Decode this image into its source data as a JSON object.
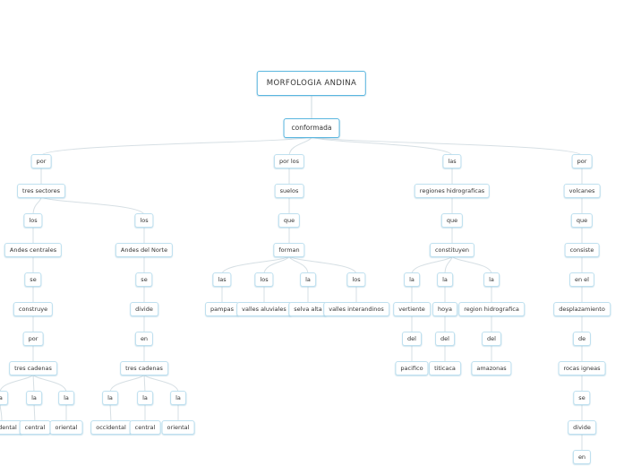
{
  "colors": {
    "edge": "#d6dfe4",
    "node_border": "#bfe0ef",
    "main_border": "#5ab6df",
    "text": "#333333"
  },
  "nodes": [
    {
      "id": "root",
      "text": "MORFOLOGIA ANDINA"
    },
    {
      "id": "conformada",
      "text": "conformada"
    },
    {
      "id": "por1",
      "text": "por"
    },
    {
      "id": "tres_sectores",
      "text": "tres sectores"
    },
    {
      "id": "los_a",
      "text": "los"
    },
    {
      "id": "andes_centrales",
      "text": "Andes centrales"
    },
    {
      "id": "se_a",
      "text": "se"
    },
    {
      "id": "construye",
      "text": "construye"
    },
    {
      "id": "por_a",
      "text": "por"
    },
    {
      "id": "tres_cadenas_a",
      "text": "tres cadenas"
    },
    {
      "id": "la_a0",
      "text": "la"
    },
    {
      "id": "la_a1",
      "text": "la"
    },
    {
      "id": "la_a2",
      "text": "la"
    },
    {
      "id": "occ_a",
      "text": "occidental"
    },
    {
      "id": "cen_a",
      "text": "central"
    },
    {
      "id": "ori_a",
      "text": "oriental"
    },
    {
      "id": "los_b",
      "text": "los"
    },
    {
      "id": "andes_norte",
      "text": "Andes del Norte"
    },
    {
      "id": "se_b",
      "text": "se"
    },
    {
      "id": "divide_b",
      "text": "divide"
    },
    {
      "id": "en_b",
      "text": "en"
    },
    {
      "id": "tres_cadenas_b",
      "text": "tres cadenas"
    },
    {
      "id": "la_b0",
      "text": "la"
    },
    {
      "id": "la_b1",
      "text": "la"
    },
    {
      "id": "la_b2",
      "text": "la"
    },
    {
      "id": "occ_b",
      "text": "occidental"
    },
    {
      "id": "cen_b",
      "text": "central"
    },
    {
      "id": "ori_b",
      "text": "oriental"
    },
    {
      "id": "porlos",
      "text": "por los"
    },
    {
      "id": "suelos",
      "text": "suelos"
    },
    {
      "id": "que_s",
      "text": "que"
    },
    {
      "id": "forman",
      "text": "forman"
    },
    {
      "id": "las_p",
      "text": "las"
    },
    {
      "id": "los_v",
      "text": "los"
    },
    {
      "id": "la_s",
      "text": "la"
    },
    {
      "id": "los_i",
      "text": "los"
    },
    {
      "id": "pampas",
      "text": "pampas"
    },
    {
      "id": "valles_aluviales",
      "text": "valles aluviales"
    },
    {
      "id": "selva_alta",
      "text": "selva alta"
    },
    {
      "id": "valles_inter",
      "text": "valles interandinos"
    },
    {
      "id": "las_h",
      "text": "las"
    },
    {
      "id": "regiones",
      "text": "regiones hidrograficas"
    },
    {
      "id": "que_h",
      "text": "que"
    },
    {
      "id": "constituyen",
      "text": "constituyen"
    },
    {
      "id": "la_h0",
      "text": "la"
    },
    {
      "id": "la_h1",
      "text": "la"
    },
    {
      "id": "la_h2",
      "text": "la"
    },
    {
      "id": "vertiente",
      "text": "vertiente"
    },
    {
      "id": "hoya",
      "text": "hoya"
    },
    {
      "id": "region_hidro",
      "text": "region hidrografica"
    },
    {
      "id": "del_0",
      "text": "del"
    },
    {
      "id": "del_1",
      "text": "del"
    },
    {
      "id": "del_2",
      "text": "del"
    },
    {
      "id": "pacifico",
      "text": "pacifico"
    },
    {
      "id": "titicaca",
      "text": "titicaca"
    },
    {
      "id": "amazonas",
      "text": "amazonas"
    },
    {
      "id": "por4",
      "text": "por"
    },
    {
      "id": "volcanes",
      "text": "volcanes"
    },
    {
      "id": "que_v",
      "text": "que"
    },
    {
      "id": "consiste",
      "text": "consiste"
    },
    {
      "id": "en_el",
      "text": "en el"
    },
    {
      "id": "desplazamiento",
      "text": "desplazamiento"
    },
    {
      "id": "de_v",
      "text": "de"
    },
    {
      "id": "rocas_igneas",
      "text": "rocas igneas"
    },
    {
      "id": "se_v",
      "text": "se"
    },
    {
      "id": "divide_v",
      "text": "divide"
    },
    {
      "id": "en_v",
      "text": "en"
    }
  ]
}
